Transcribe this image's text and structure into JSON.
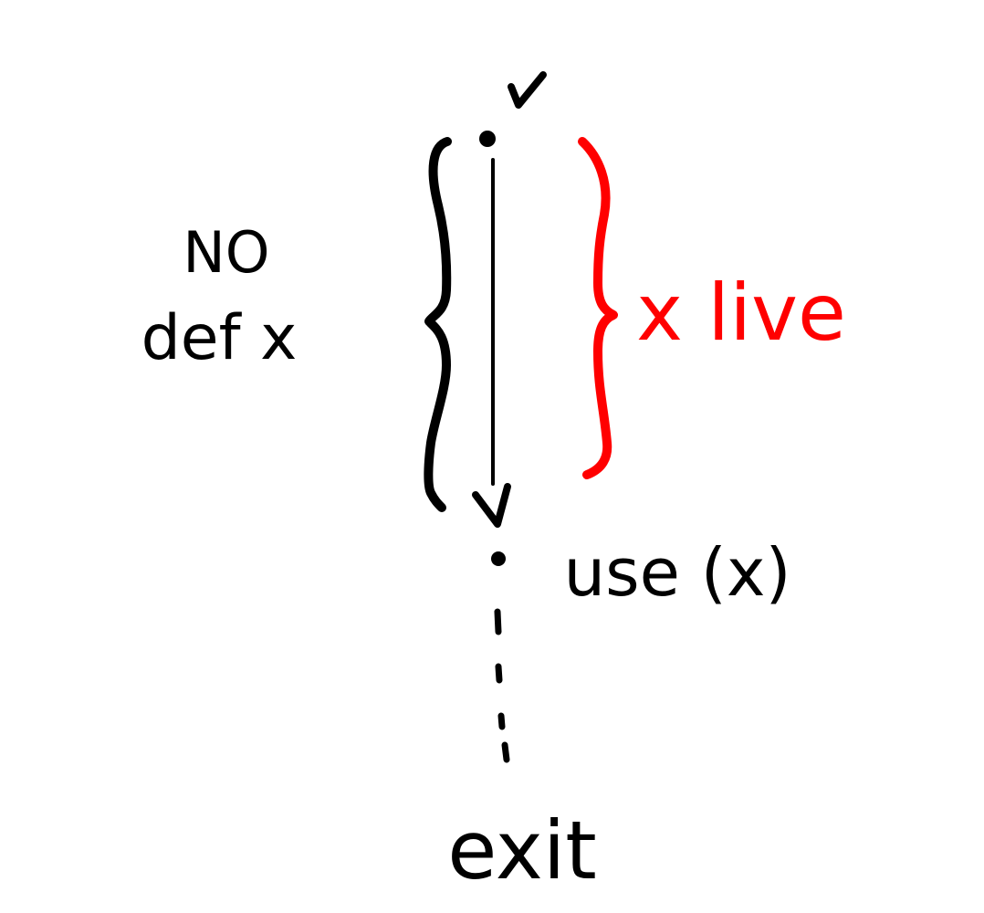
{
  "labels": {
    "no": "NO",
    "def_x": "def x",
    "x_live": "x live",
    "use_x": "use (x)",
    "exit": "exit"
  },
  "colors": {
    "ink": "#000000",
    "live": "#ff0000",
    "background": "#ffffff"
  }
}
